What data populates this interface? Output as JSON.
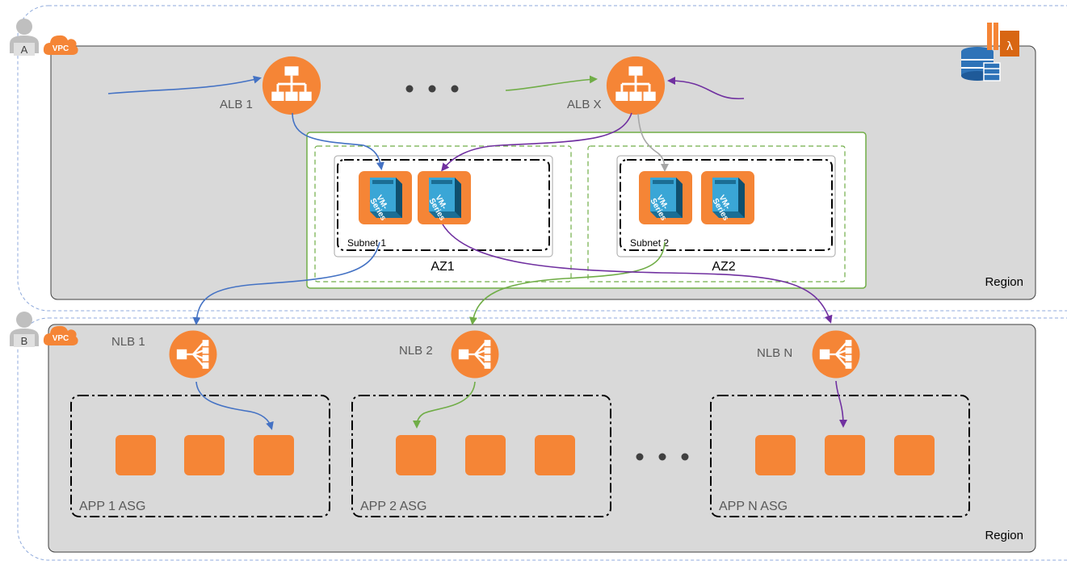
{
  "accounts": {
    "a": {
      "letter": "A",
      "vpc_badge": "VPC",
      "region_label": "Region"
    },
    "b": {
      "letter": "B",
      "vpc_badge": "VPC",
      "region_label": "Region"
    }
  },
  "top": {
    "alb1_label": "ALB 1",
    "albx_label": "ALB X",
    "az1_label": "AZ1",
    "az2_label": "AZ2",
    "subnet1_label": "Subnet 1",
    "subnet2_label": "Subnet 2",
    "firewall_text_line1": "VM-",
    "firewall_text_line2": "Series"
  },
  "bottom": {
    "nlb1_label": "NLB 1",
    "nlb2_label": "NLB 2",
    "nlbn_label": "NLB N",
    "asg1_label": "APP 1 ASG",
    "asg2_label": "APP 2 ASG",
    "asgn_label": "APP N ASG"
  },
  "colors": {
    "aws_orange": "#f58536",
    "blue_flow": "#4472c4",
    "green_flow": "#70ad47",
    "purple_flow": "#7030a0",
    "gray_flow": "#a6a6a6",
    "vm_blue": "#3aa6d6",
    "region_fill": "#d9d9d9"
  },
  "icons": [
    "user-icon",
    "vpc-cloud-icon",
    "alb-icon",
    "nlb-icon",
    "vm-series-icon",
    "dynamodb-icon",
    "lambda-icon",
    "instance-icon"
  ]
}
